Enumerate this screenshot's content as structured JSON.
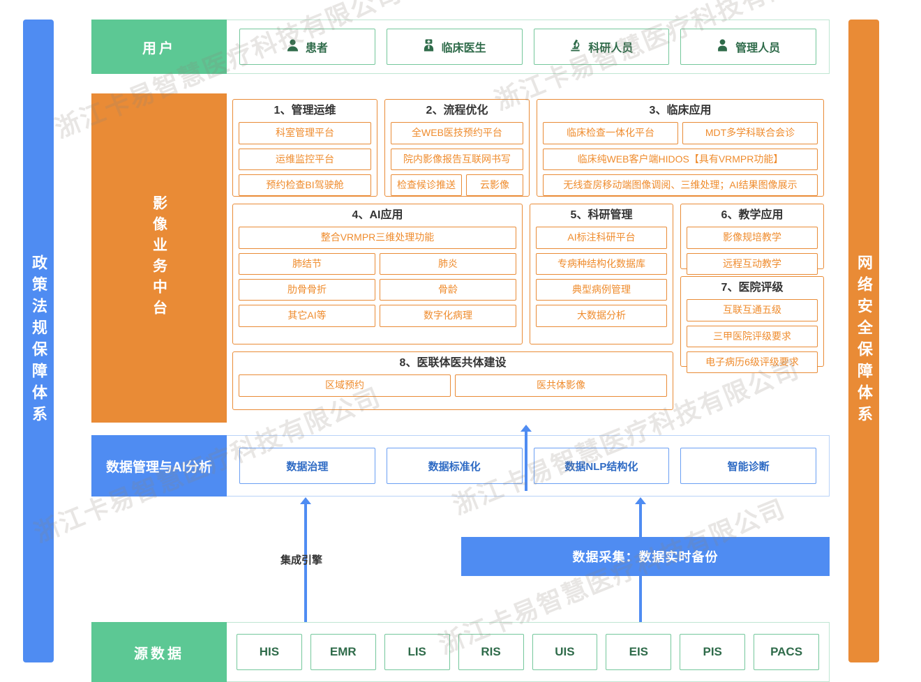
{
  "colors": {
    "blue": "#4f8cf2",
    "green": "#5cc894",
    "orange": "#e98b36",
    "orange_text": "#ef8c2e",
    "green_text": "#2f6b4a",
    "blue_text": "#2f6bc4"
  },
  "watermark": {
    "text": "浙江卡易智慧医疗科技有限公司"
  },
  "left_sidebar": {
    "label": "政策法规保障体系"
  },
  "right_sidebar": {
    "label": "网络安全保障体系"
  },
  "users": {
    "label": "用户",
    "items": [
      {
        "label": "患者",
        "icon": "person-icon"
      },
      {
        "label": "临床医生",
        "icon": "doctor-icon"
      },
      {
        "label": "科研人员",
        "icon": "microscope-icon"
      },
      {
        "label": "管理人员",
        "icon": "person-icon"
      }
    ]
  },
  "platform": {
    "label": "影像业务中台",
    "groups": [
      {
        "title": "1、管理运维",
        "rows": [
          [
            "科室管理平台"
          ],
          [
            "运维监控平台"
          ],
          [
            "预约检查BI驾驶舱"
          ]
        ]
      },
      {
        "title": "2、流程优化",
        "rows": [
          [
            "全WEB医技预约平台"
          ],
          [
            "院内影像报告互联网书写"
          ],
          [
            "检查候诊推送",
            "云影像"
          ]
        ]
      },
      {
        "title": "3、临床应用",
        "rows": [
          [
            "临床检查一体化平台",
            "MDT多学科联合会诊"
          ],
          [
            "临床纯WEB客户端HIDOS【具有VRMPR功能】"
          ],
          [
            "无线查房移动端图像调阅、三维处理；AI结果图像展示"
          ]
        ]
      },
      {
        "title": "4、AI应用",
        "rows": [
          [
            "整合VRMPR三维处理功能"
          ],
          [
            "肺结节",
            "肺炎"
          ],
          [
            "肋骨骨折",
            "骨龄"
          ],
          [
            "其它AI等",
            "数字化病理"
          ]
        ]
      },
      {
        "title": "5、科研管理",
        "rows": [
          [
            "AI标注科研平台"
          ],
          [
            "专病种结构化数据库"
          ],
          [
            "典型病例管理"
          ],
          [
            "大数据分析"
          ]
        ]
      },
      {
        "title": "6、教学应用",
        "rows": [
          [
            "影像规培教学"
          ],
          [
            "远程互动教学"
          ]
        ]
      },
      {
        "title": "7、医院评级",
        "rows": [
          [
            "互联互通五级"
          ],
          [
            "三甲医院评级要求"
          ],
          [
            "电子病历6级评级要求"
          ]
        ]
      },
      {
        "title": "8、医联体医共体建设",
        "rows": [
          [
            "区域预约",
            "医共体影像"
          ]
        ]
      }
    ]
  },
  "data_mgmt": {
    "label": "数据管理与AI分析",
    "items": [
      "数据治理",
      "数据标准化",
      "数据NLP结构化",
      "智能诊断"
    ]
  },
  "links": {
    "integration_label": "集成引擎",
    "capture_label": "数据采集：数据实时备份"
  },
  "source_data": {
    "label": "源数据",
    "items": [
      "HIS",
      "EMR",
      "LIS",
      "RIS",
      "UIS",
      "EIS",
      "PIS",
      "PACS"
    ]
  }
}
